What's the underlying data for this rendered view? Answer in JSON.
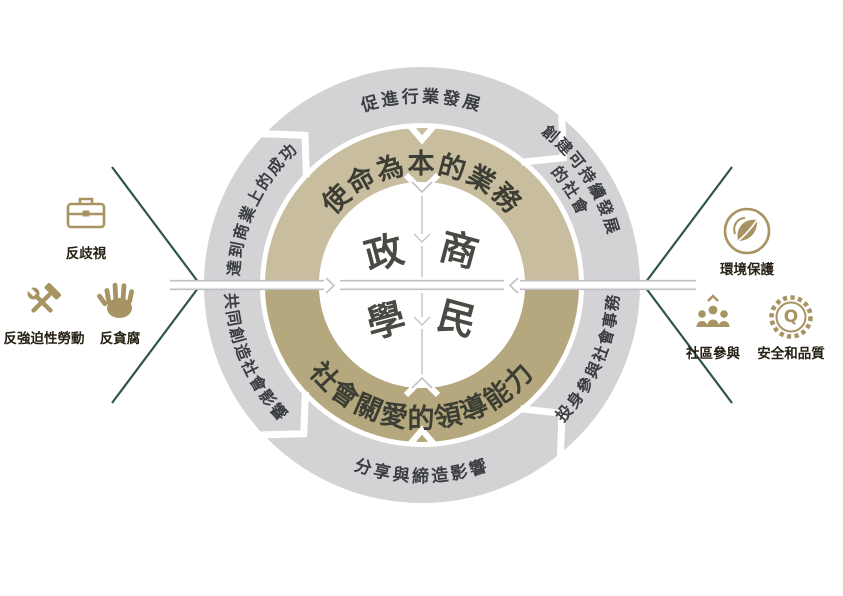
{
  "colors": {
    "outer_ring_gray": "#d3d3d6",
    "inner_ring_top_tan": "#c9bd9f",
    "inner_ring_bottom_tan": "#b5a87f",
    "bracket_green": "#2d5741",
    "icon_gold": "#a89463",
    "outer_ring_text": "#3b3e41",
    "inner_ring_text": "#3c3d33",
    "label_text": "#262114"
  },
  "wheel": {
    "outer_ring": {
      "top": "促進行業發展",
      "upper_left": "達到商業上的成功",
      "upper_right_line1": "創建可持續發展",
      "upper_right_line2": "的社會",
      "lower_left": "共同創造社會影響",
      "bottom": "分享與締造影響",
      "lower_right": "投身參與社會事務"
    },
    "inner_ring": {
      "top": "使命為本的業務",
      "bottom": "社會關愛的領導能力"
    },
    "center": {
      "top_left": "政",
      "top_right": "商",
      "bottom_left": "學",
      "bottom_right": "民"
    }
  },
  "left_panel": {
    "items": [
      {
        "icon": "briefcase-icon",
        "label": "反歧視"
      },
      {
        "icon": "tools-icon",
        "label": "反強迫性勞動"
      },
      {
        "icon": "hand-icon",
        "label": "反貪腐"
      }
    ]
  },
  "right_panel": {
    "items": [
      {
        "icon": "eco-icon",
        "label": "環境保護"
      },
      {
        "icon": "community-icon",
        "label": "社區參與"
      },
      {
        "icon": "quality-icon",
        "label": "安全和品質",
        "badge_letter": "Q"
      }
    ]
  }
}
